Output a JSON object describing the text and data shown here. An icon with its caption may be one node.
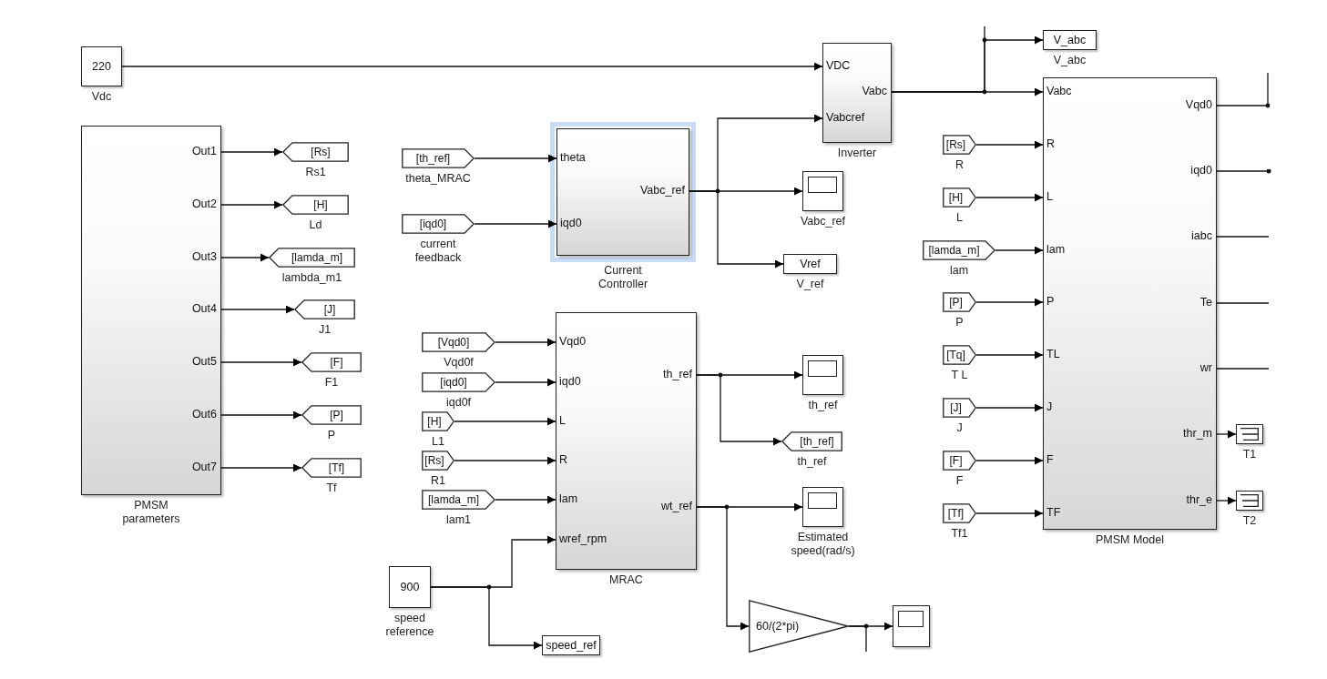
{
  "diagram": {
    "nodes": [
      {
        "text": [
          "220"
        ],
        "beside": [
          "Vdc"
        ]
      },
      {
        "text": [
          "Out1",
          "Out2",
          "Out3",
          "Out4",
          "Out5",
          "Out6",
          "Out7"
        ],
        "beside": [
          "PMSM parameters"
        ]
      },
      {
        "text": [
          "[Rs]"
        ],
        "beside": [
          "Rs1"
        ]
      },
      {
        "text": [
          "[H]"
        ],
        "beside": [
          "Ld"
        ]
      },
      {
        "text": [
          "[lamda_m]"
        ],
        "beside": [
          "lambda_m1"
        ]
      },
      {
        "text": [
          "[J]"
        ],
        "beside": [
          "J1"
        ]
      },
      {
        "text": [
          "[F]"
        ],
        "beside": [
          "F1"
        ]
      },
      {
        "text": [
          "[P]"
        ],
        "beside": [
          "P"
        ]
      },
      {
        "text": [
          "[Tf]"
        ],
        "beside": [
          "Tf"
        ]
      },
      {
        "text": [
          "[th_ref]"
        ],
        "beside": [
          "theta_MRAC"
        ]
      },
      {
        "text": [
          "[iqd0]"
        ],
        "beside": [
          "current feedback"
        ]
      },
      {
        "text": [
          "theta",
          "iqd0",
          "Vabc_ref"
        ],
        "beside": [
          "Current Controller"
        ]
      },
      {
        "text": [
          "VDC",
          "Vabc",
          "Vabcref"
        ],
        "beside": [
          "Inverter"
        ]
      },
      {
        "text": [],
        "shape": "box",
        "beside": [
          "Vabc_ref"
        ]
      },
      {
        "text": [
          "Vref"
        ],
        "beside": [
          "V_ref"
        ]
      },
      {
        "text": [
          "V_abc"
        ],
        "beside": [
          "V_abc"
        ]
      },
      {
        "text": [
          "Vabc",
          "R",
          "L",
          "lam",
          "P",
          "TL",
          "J",
          "F",
          "TF",
          "Vqd0",
          "iqd0",
          "iabc",
          "Te",
          "wr",
          "thr_m",
          "thr_e"
        ],
        "beside": [
          "PMSM Model"
        ]
      },
      {
        "text": [
          "[Rs]"
        ],
        "beside": [
          "R"
        ]
      },
      {
        "text": [
          "[H]"
        ],
        "beside": [
          "L"
        ]
      },
      {
        "text": [
          "[lamda_m]"
        ],
        "beside": [
          "lam"
        ]
      },
      {
        "text": [
          "[P]"
        ],
        "beside": [
          "P"
        ]
      },
      {
        "text": [
          "[Tq]"
        ],
        "beside": [
          "T L"
        ]
      },
      {
        "text": [
          "[J]"
        ],
        "beside": [
          "J"
        ]
      },
      {
        "text": [
          "[F]"
        ],
        "beside": [
          "F"
        ]
      },
      {
        "text": [
          "[Tf]"
        ],
        "beside": [
          "Tf1"
        ]
      },
      {
        "text": [],
        "shape": "box",
        "beside": [
          "T1"
        ]
      },
      {
        "text": [],
        "shape": "box",
        "beside": [
          "T2"
        ]
      },
      {
        "text": [
          "[Vqd0]"
        ],
        "beside": [
          "Vqd0f"
        ]
      },
      {
        "text": [
          "[iqd0]"
        ],
        "beside": [
          "iqd0f"
        ]
      },
      {
        "text": [
          "[H]"
        ],
        "beside": [
          "L1"
        ]
      },
      {
        "text": [
          "[Rs]"
        ],
        "beside": [
          "R1"
        ]
      },
      {
        "text": [
          "[lamda_m]"
        ],
        "beside": [
          "lam1"
        ]
      },
      {
        "text": [
          "Vqd0",
          "iqd0",
          "L",
          "R",
          "lam",
          "wref_rpm",
          "th_ref",
          "wt_ref"
        ],
        "beside": [
          "MRAC"
        ]
      },
      {
        "text": [],
        "shape": "box",
        "beside": [
          "th_ref"
        ]
      },
      {
        "text": [
          "[th_ref]"
        ],
        "beside": [
          "th_ref"
        ]
      },
      {
        "text": [],
        "shape": "box",
        "beside": [
          "Estimated speed(rad/s)"
        ]
      },
      {
        "text": [
          "900"
        ],
        "beside": [
          "speed reference"
        ]
      },
      {
        "text": [
          "speed_ref"
        ]
      },
      {
        "text": [
          "60/(2*pi)"
        ]
      },
      {
        "text": [],
        "shape": "box"
      }
    ],
    "edges": [
      {
        "from": 0,
        "to": 12,
        "arrow": "to"
      },
      {
        "from": 1,
        "to": 2,
        "arrow": "to"
      },
      {
        "from": 1,
        "to": 3,
        "arrow": "to"
      },
      {
        "from": 1,
        "to": 4,
        "arrow": "to"
      },
      {
        "from": 1,
        "to": 5,
        "arrow": "to"
      },
      {
        "from": 1,
        "to": 6,
        "arrow": "to"
      },
      {
        "from": 1,
        "to": 7,
        "arrow": "to"
      },
      {
        "from": 1,
        "to": 8,
        "arrow": "to"
      },
      {
        "from": 9,
        "to": 11,
        "arrow": "to"
      },
      {
        "from": 10,
        "to": 11,
        "arrow": "to"
      },
      {
        "from": 11,
        "to": 12,
        "arrow": "to"
      },
      {
        "from": 11,
        "to": 13,
        "arrow": "to"
      },
      {
        "from": 11,
        "to": 14,
        "arrow": "to"
      },
      {
        "from": 12,
        "to": 15,
        "arrow": "to"
      },
      {
        "from": 12,
        "to": 16,
        "arrow": "to"
      },
      {
        "from": 12,
        "to": null,
        "arrow": "none"
      },
      {
        "from": 17,
        "to": 16,
        "arrow": "to"
      },
      {
        "from": 18,
        "to": 16,
        "arrow": "to"
      },
      {
        "from": 19,
        "to": 16,
        "arrow": "to"
      },
      {
        "from": 20,
        "to": 16,
        "arrow": "to"
      },
      {
        "from": 21,
        "to": 16,
        "arrow": "to"
      },
      {
        "from": 22,
        "to": 16,
        "arrow": "to"
      },
      {
        "from": 23,
        "to": 16,
        "arrow": "to"
      },
      {
        "from": 24,
        "to": 16,
        "arrow": "to"
      },
      {
        "from": 16,
        "to": null,
        "arrow": "none"
      },
      {
        "from": 16,
        "to": null,
        "arrow": "other"
      },
      {
        "from": 16,
        "to": null,
        "arrow": "none"
      },
      {
        "from": 16,
        "to": null,
        "arrow": "none"
      },
      {
        "from": 16,
        "to": null,
        "arrow": "none"
      },
      {
        "from": 16,
        "to": 25,
        "arrow": "to"
      },
      {
        "from": 16,
        "to": 26,
        "arrow": "to"
      },
      {
        "from": 27,
        "to": 32,
        "arrow": "to"
      },
      {
        "from": 28,
        "to": 32,
        "arrow": "to"
      },
      {
        "from": 29,
        "to": 32,
        "arrow": "to"
      },
      {
        "from": 30,
        "to": 32,
        "arrow": "to"
      },
      {
        "from": 31,
        "to": 32,
        "arrow": "to"
      },
      {
        "from": 36,
        "to": 32,
        "arrow": "to"
      },
      {
        "from": 36,
        "to": 37,
        "arrow": "to"
      },
      {
        "from": 32,
        "to": 33,
        "arrow": "to"
      },
      {
        "from": 32,
        "to": 34,
        "arrow": "to"
      },
      {
        "from": 32,
        "to": 35,
        "arrow": "to"
      },
      {
        "from": 32,
        "to": 38,
        "arrow": "to"
      },
      {
        "from": 38,
        "to": 39,
        "arrow": "to"
      },
      {
        "from": 38,
        "to": null,
        "arrow": "none"
      }
    ]
  }
}
